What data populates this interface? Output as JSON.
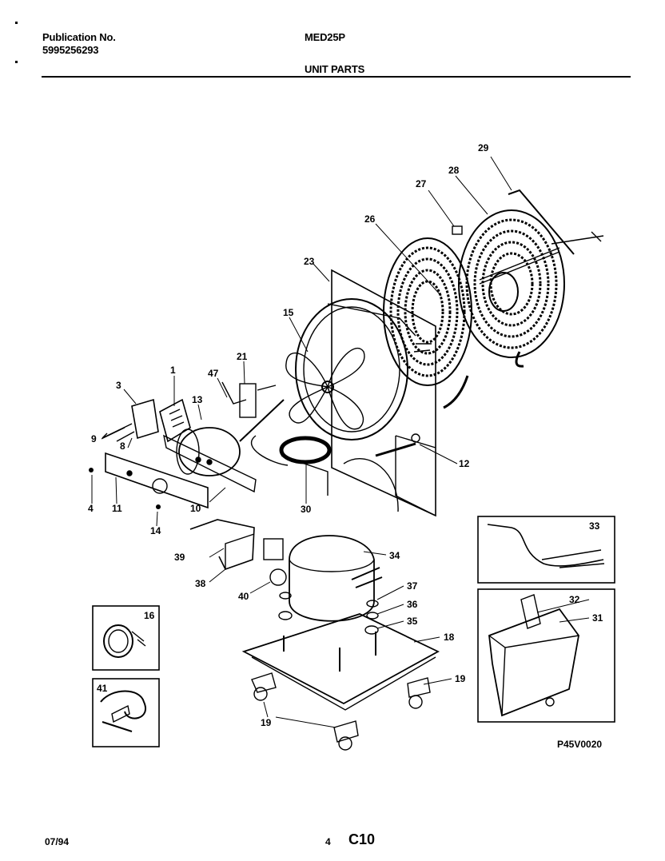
{
  "header": {
    "publication_label": "Publication No.",
    "publication_number": "5995256293",
    "model": "MED25P",
    "section": "UNIT PARTS"
  },
  "callouts": {
    "c1": "1",
    "c3": "3",
    "c4": "4",
    "c8": "8",
    "c9": "9",
    "c10": "10",
    "c11": "11",
    "c12": "12",
    "c13": "13",
    "c14": "14",
    "c15": "15",
    "c16": "16",
    "c18": "18",
    "c19a": "19",
    "c19b": "19",
    "c21": "21",
    "c23": "23",
    "c26": "26",
    "c27": "27",
    "c28": "28",
    "c29": "29",
    "c30": "30",
    "c31": "31",
    "c32": "32",
    "c33": "33",
    "c34": "34",
    "c35": "35",
    "c36": "36",
    "c37": "37",
    "c38": "38",
    "c39": "39",
    "c40": "40",
    "c41": "41",
    "c47": "47"
  },
  "diagram_code": "P45V0020",
  "footer": {
    "date": "07/94",
    "page": "4",
    "code": "C10"
  }
}
